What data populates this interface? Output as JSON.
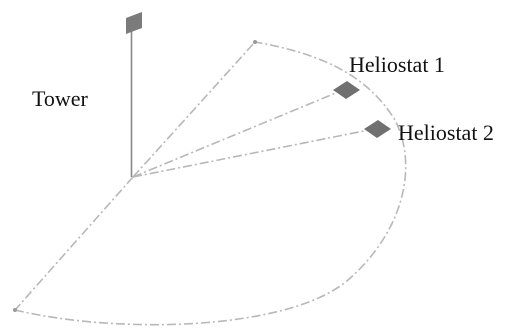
{
  "labels": {
    "tower": "Tower",
    "heliostat_1": "Heliostat 1",
    "heliostat_2": "Heliostat 2"
  },
  "colors": {
    "dash_line": "#b8b8b8",
    "tower_pole": "#888888",
    "flag": "#7b7b7b",
    "heliostat": "#707070",
    "text": "#111111"
  }
}
